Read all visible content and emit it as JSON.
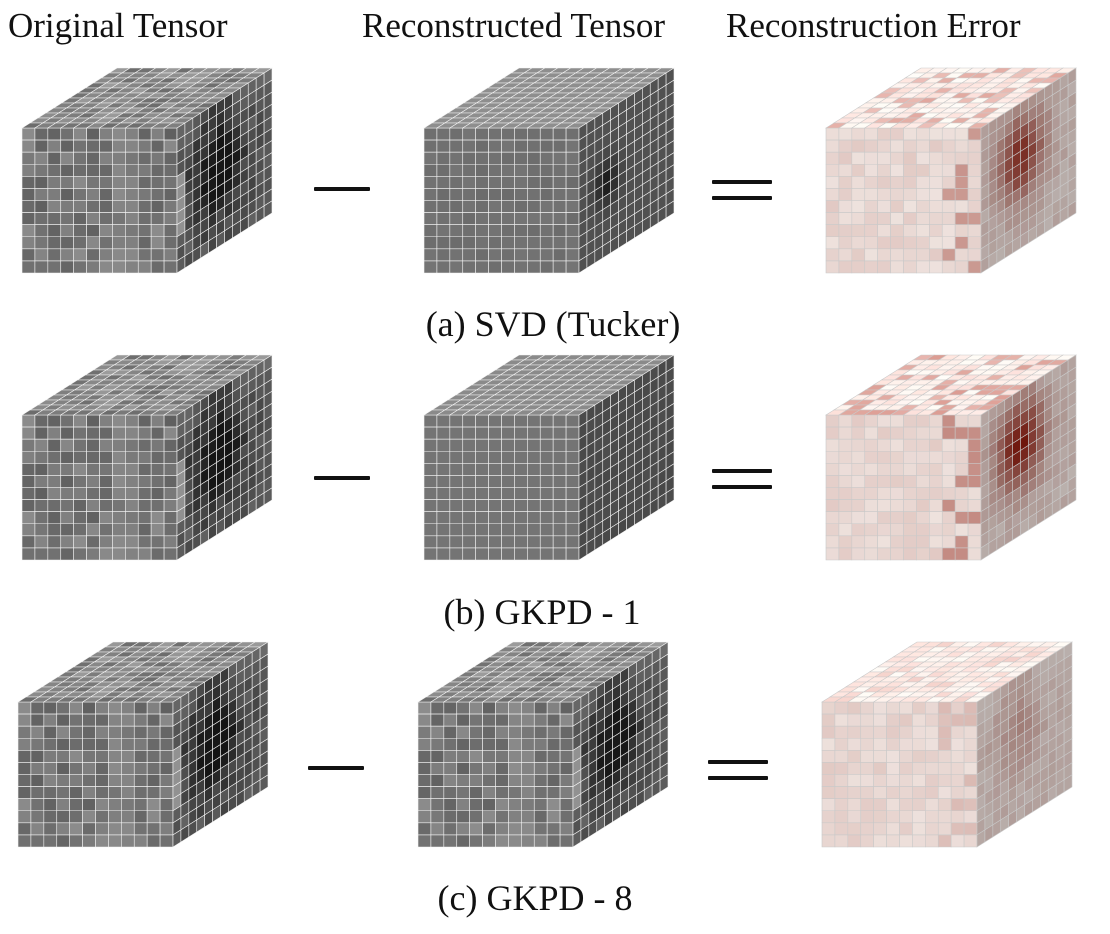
{
  "headers": {
    "original": "Original Tensor",
    "reconstructed": "Reconstructed Tensor",
    "error": "Reconstruction Error"
  },
  "rows": [
    {
      "id": "a",
      "caption": "(a) SVD (Tucker)"
    },
    {
      "id": "b",
      "caption": "(b) GKPD - 1"
    },
    {
      "id": "c",
      "caption": "(c) GKPD - 8"
    }
  ],
  "operators": {
    "minus": "minus",
    "equals": "equals"
  },
  "colors": {
    "grid_line": "#f4f4f4",
    "error_grid_line": "#c9c9c9",
    "gray_light": "#c8c8c8",
    "gray_dark": "#1a1a1a",
    "error_light": "#f3ece8",
    "error_dark": "#8e1d10"
  }
}
